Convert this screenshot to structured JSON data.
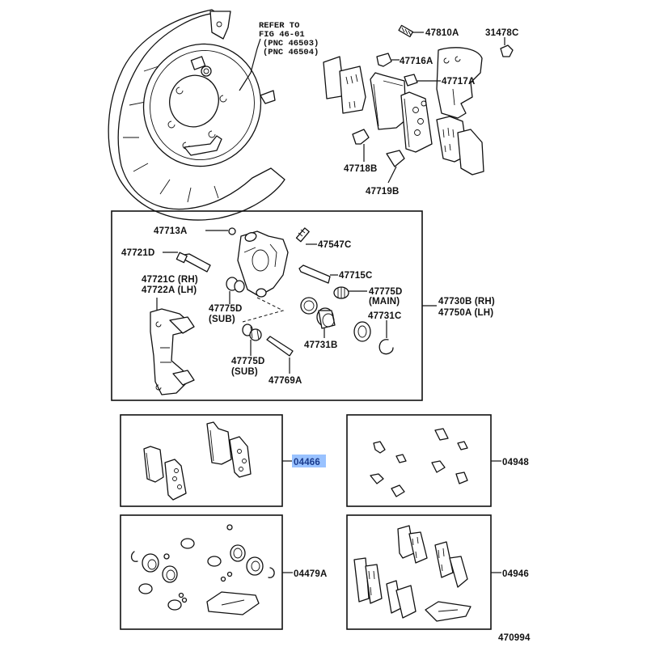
{
  "diagram": {
    "reference_note": {
      "line1": "REFER TO",
      "line2": "FIG 46-01",
      "line3": "(PNC 46503)",
      "line4": "(PNC 46504)"
    },
    "top_labels": {
      "p47810A": "47810A",
      "p31478C": "31478C",
      "p47716A": "47716A",
      "p47717A": "47717A",
      "p47718B": "47718B",
      "p47719B": "47719B"
    },
    "caliper_box": {
      "assembly_rh": "47730B (RH)",
      "assembly_lh": "47750A (LH)",
      "p47713A": "47713A",
      "p47547C": "47547C",
      "p47721D": "47721D",
      "p47715C": "47715C",
      "p47721C_rh": "47721C (RH)",
      "p47722A_lh": "47722A (LH)",
      "p47775D_main": "47775D",
      "main_note": "(MAIN)",
      "p47775D_sub1": "47775D",
      "sub_note1": "(SUB)",
      "p47731C": "47731C",
      "p47731B": "47731B",
      "p47775D_sub2": "47775D",
      "sub_note2": "(SUB)",
      "p47769A": "47769A"
    },
    "kits": {
      "pad_kit": "04466",
      "shim_kit": "04948",
      "seal_kit": "04479A",
      "shim_kit_2": "04946"
    },
    "highlight_color": "#99c2ff",
    "figure_number": "470994"
  }
}
